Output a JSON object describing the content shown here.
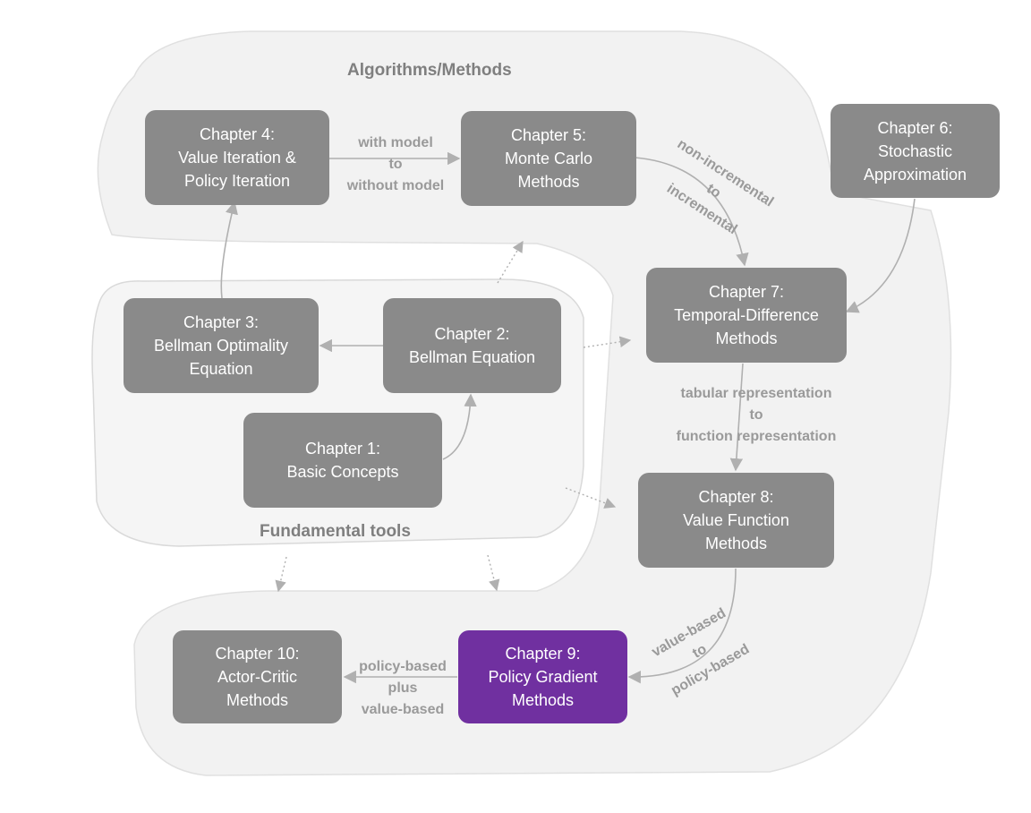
{
  "regions": {
    "algorithms_title": "Algorithms/Methods",
    "fundamental_title": "Fundamental tools"
  },
  "chapters": {
    "ch1": [
      "Chapter 1:",
      "Basic Concepts"
    ],
    "ch2": [
      "Chapter 2:",
      "Bellman Equation"
    ],
    "ch3": [
      "Chapter 3:",
      "Bellman Optimality",
      "Equation"
    ],
    "ch4": [
      "Chapter 4:",
      "Value Iteration &",
      "Policy Iteration"
    ],
    "ch5": [
      "Chapter 5:",
      "Monte Carlo",
      "Methods"
    ],
    "ch6": [
      "Chapter 6:",
      "Stochastic",
      "Approximation"
    ],
    "ch7": [
      "Chapter 7:",
      "Temporal-Difference",
      "Methods"
    ],
    "ch8": [
      "Chapter 8:",
      "Value Function",
      "Methods"
    ],
    "ch9": [
      "Chapter 9:",
      "Policy Gradient",
      "Methods"
    ],
    "ch10": [
      "Chapter 10:",
      "Actor-Critic",
      "Methods"
    ]
  },
  "edge_labels": {
    "ch4_ch5": [
      "with model",
      "to",
      "without model"
    ],
    "ch5_ch7": [
      "non-incremental",
      "to",
      "incremental"
    ],
    "ch7_ch8": [
      "tabular representation",
      "to",
      "function representation"
    ],
    "ch8_ch9": [
      "value-based",
      "to",
      "policy-based"
    ],
    "ch9_ch10": [
      "policy-based",
      "plus",
      "value-based"
    ]
  },
  "colors": {
    "box": "#8a8a8a",
    "highlight": "#7030a0",
    "arrow": "#b0b0b0",
    "region": "#f2f2f2"
  }
}
